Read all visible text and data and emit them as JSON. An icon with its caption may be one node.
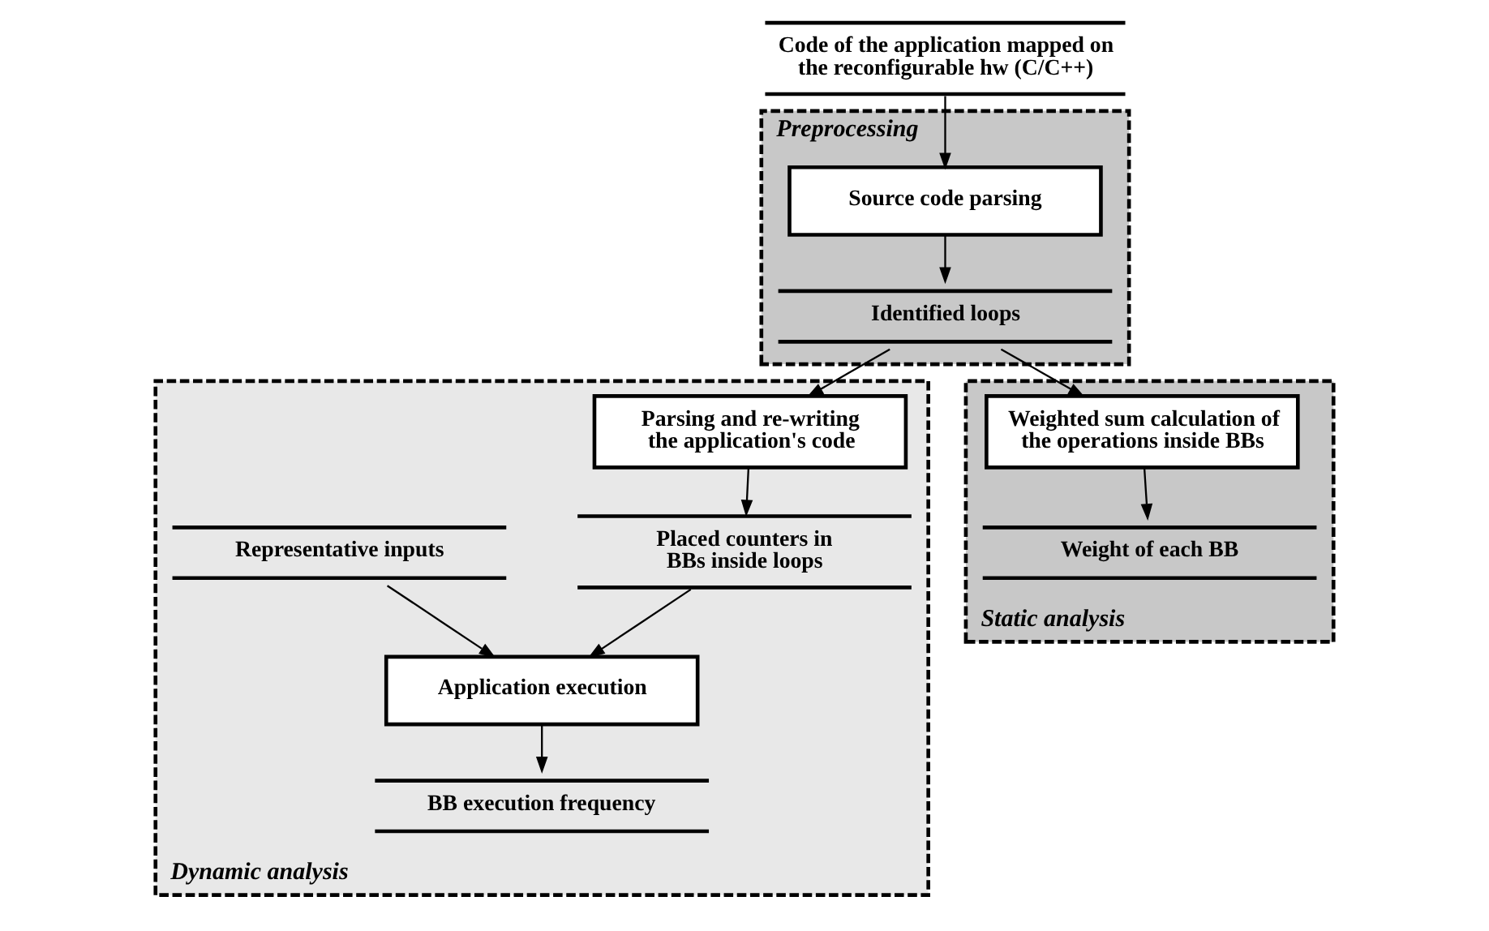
{
  "diagram": {
    "nodes": [
      {
        "text": [
          "Code of the application mapped on the reconfigurable hw (C/C++)"
        ]
      },
      {
        "text": [
          "Preprocessing"
        ]
      },
      {
        "text": [
          "Source code parsing"
        ],
        "in": 1
      },
      {
        "text": [
          "Identified loops"
        ],
        "in": 1
      },
      {
        "text": [
          "Dynamic analysis"
        ]
      },
      {
        "text": [
          "Parsing and re-writing the application's code"
        ],
        "in": 4
      },
      {
        "text": [
          "Placed counters in BBs inside loops"
        ],
        "in": 4
      },
      {
        "text": [
          "Representative inputs"
        ],
        "in": 4
      },
      {
        "text": [
          "Application execution"
        ],
        "in": 4
      },
      {
        "text": [
          "BB execution frequency"
        ],
        "in": 4
      },
      {
        "text": [
          "Static analysis"
        ]
      },
      {
        "text": [
          "Weighted sum calculation of the operations inside BBs"
        ],
        "in": 10
      },
      {
        "text": [
          "Weight of each BB"
        ],
        "in": 10
      }
    ],
    "edges": [
      {
        "from": 0,
        "to": 2,
        "arrow": "to"
      },
      {
        "from": 2,
        "to": 3,
        "arrow": "to"
      },
      {
        "from": 3,
        "to": 5,
        "arrow": "to"
      },
      {
        "from": 3,
        "to": 11,
        "arrow": "to"
      },
      {
        "from": 5,
        "to": 6,
        "arrow": "to"
      },
      {
        "from": 6,
        "to": 8,
        "arrow": "to"
      },
      {
        "from": 7,
        "to": 8,
        "arrow": "to"
      },
      {
        "from": 8,
        "to": 9,
        "arrow": "to"
      },
      {
        "from": 11,
        "to": 12,
        "arrow": "to"
      }
    ]
  }
}
